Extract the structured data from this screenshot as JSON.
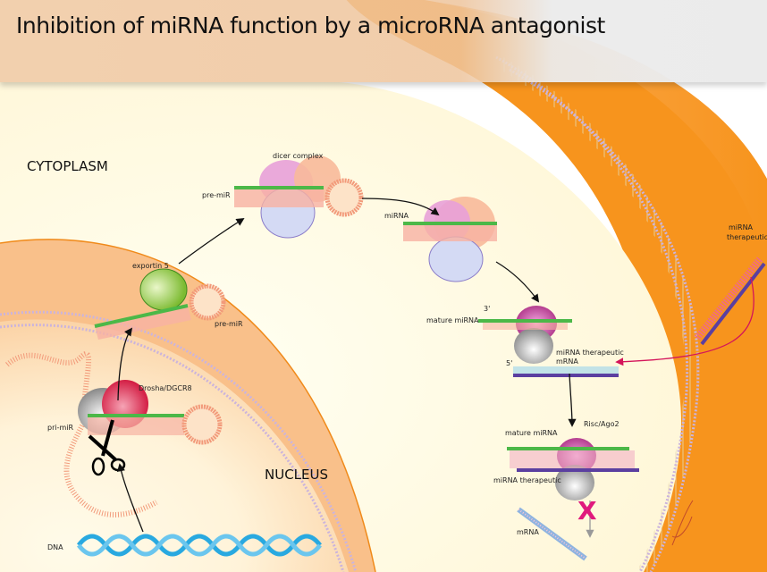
{
  "title": "Inhibition of miRNA function by a microRNA antagonist",
  "regions": {
    "cytoplasm": "CYTOPLASM",
    "nucleus": "NUCLEUS"
  },
  "labels": {
    "dicer_complex": "dicer complex",
    "pre_mir_top": "pre-miR",
    "mirna": "miRNA",
    "exportin": "exportin 5",
    "pre_mir_nucleus": "pre-miR",
    "drosha": "Drosha/DGCR8",
    "pri_mir": "pri-miR",
    "dna": "DNA",
    "mature_mirna_1": "mature miRNA",
    "three_prime": "3'",
    "five_prime": "5'",
    "mirna_therapeutic_outside_1": "miRNA",
    "mirna_therapeutic_outside_2": "therapeutic",
    "therapeutic_mrna_1": "miRNA therapeutic",
    "therapeutic_mrna_2": "mRNA",
    "risc": "Risc/Ago2",
    "mature_mirna_2": "mature miRNA",
    "mirna_therapeutic_bound": "miRNA therapeutic",
    "mrna": "mRNA",
    "block_mark": "X"
  },
  "colors": {
    "cell_membrane_orange": "#f7941d",
    "nucleus_fill": "#f9c08a",
    "cytoplasm_fill": "#fffbe6",
    "exportin_green": "#8cc63f",
    "drosha_red": "#d7193f",
    "risc_purple": "#b5338a",
    "block_magenta": "#e0197d",
    "therapeutic_arrow": "#d4145a",
    "strand_green": "#4cb848",
    "strand_purple": "#5b3fa0",
    "dna_blue": "#29a9e0"
  }
}
